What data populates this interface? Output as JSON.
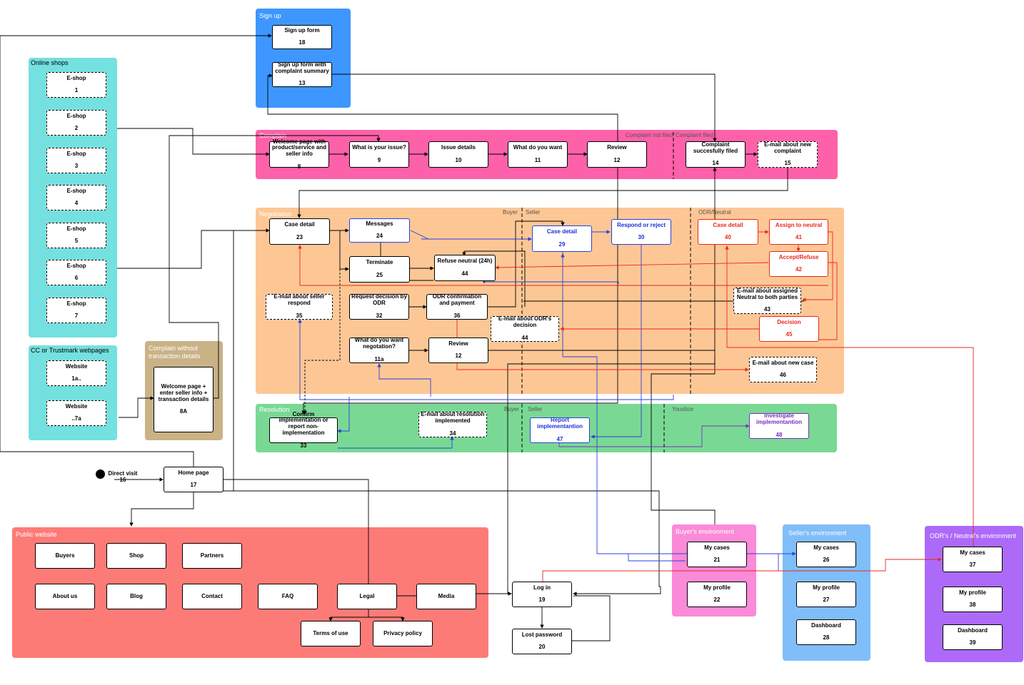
{
  "groups": {
    "sign_up": "Sign up",
    "online_shops": "Online shops",
    "cc_trustmark": "CC or Trustmark webpages",
    "complain_without": "Complain without transaction details",
    "complain": "Complain",
    "complaint_not_filed": "Complaint not filed",
    "complaint_filed": "Complaint filed",
    "negotiation": "Negotiation",
    "resolution": "Resolution",
    "public_website": "Public website",
    "buyers_env": "Buyer's environment",
    "sellers_env": "Seller's environment",
    "odr_env": "ODR's / Neutral's environment"
  },
  "lanes": {
    "buyer": "Buyer",
    "seller": "Seller",
    "odr_neutral": "ODR/Neutral",
    "youstice": "Youstice"
  },
  "nodes": {
    "n18": {
      "label": "Sign up form",
      "num": "18"
    },
    "n13": {
      "label": "Sign up form with complaint summary",
      "num": "13"
    },
    "e1": {
      "label": "E-shop",
      "num": "1"
    },
    "e2": {
      "label": "E-shop",
      "num": "2"
    },
    "e3": {
      "label": "E-shop",
      "num": "3"
    },
    "e4": {
      "label": "E-shop",
      "num": "4"
    },
    "e5": {
      "label": "E-shop",
      "num": "5"
    },
    "e6": {
      "label": "E-shop",
      "num": "6"
    },
    "e7": {
      "label": "E-shop",
      "num": "7"
    },
    "w1a": {
      "label": "Website",
      "num": "1a.."
    },
    "w7a": {
      "label": "Website",
      "num": "..7a"
    },
    "n8a": {
      "label": "Welcome page + enter seller info + transaction details",
      "num": "8A"
    },
    "n8": {
      "label": "Welcome page with product/service and seller info",
      "num": "8"
    },
    "n9": {
      "label": "What is your issue?",
      "num": "9"
    },
    "n10": {
      "label": "Issue details",
      "num": "10"
    },
    "n11": {
      "label": "What do you want",
      "num": "11"
    },
    "n12": {
      "label": "Review",
      "num": "12"
    },
    "n14": {
      "label": "Complaint succesfully filed",
      "num": "14"
    },
    "n15": {
      "label": "E-mail about new complaint",
      "num": "15"
    },
    "n23": {
      "label": "Case detail",
      "num": "23"
    },
    "n24": {
      "label": "Messages",
      "num": "24"
    },
    "n25": {
      "label": "Terminate",
      "num": "25"
    },
    "n44a": {
      "label": "Refuse neutral (24h)",
      "num": "44"
    },
    "n29": {
      "label": "Case detail",
      "num": "29"
    },
    "n30": {
      "label": "Respond or reject",
      "num": "30"
    },
    "n40": {
      "label": "Case detail",
      "num": "40"
    },
    "n41": {
      "label": "Assign to neutral",
      "num": "41"
    },
    "n42": {
      "label": "Accept/Refuse",
      "num": "42"
    },
    "n35": {
      "label": "E-mail about seller respond",
      "num": "35"
    },
    "n32": {
      "label": "Request decision by ODR",
      "num": "32"
    },
    "n36": {
      "label": "ODR confirmation and payment",
      "num": "36"
    },
    "n43": {
      "label": "E-mail about assigned Neutral to both parties",
      "num": "43"
    },
    "n44b": {
      "label": "E-mail about ODR's decision",
      "num": "44"
    },
    "n45": {
      "label": "Decision",
      "num": "45"
    },
    "n11a": {
      "label": "What do you want negotation?",
      "num": "11a"
    },
    "n12b": {
      "label": "Review",
      "num": "12"
    },
    "n46": {
      "label": "E-mail about new case",
      "num": "46"
    },
    "n33": {
      "label": "Confirm implementation or report non-implementation",
      "num": "33"
    },
    "n34": {
      "label": "E-mail about resolution implemented",
      "num": "34"
    },
    "n47": {
      "label": "Report implementantion",
      "num": "47"
    },
    "n48": {
      "label": "Investigate implementantion",
      "num": "48"
    },
    "n16": {
      "label": "Direct visit",
      "num": "16"
    },
    "n17": {
      "label": "Home page",
      "num": "17"
    },
    "buyers": {
      "label": "Buyers"
    },
    "shop": {
      "label": "Shop"
    },
    "partners": {
      "label": "Partners"
    },
    "about": {
      "label": "About us"
    },
    "blog": {
      "label": "Blog"
    },
    "contact": {
      "label": "Contact"
    },
    "faq": {
      "label": "FAQ"
    },
    "legal": {
      "label": "Legal"
    },
    "media": {
      "label": "Media"
    },
    "terms": {
      "label": "Terms of use"
    },
    "privacy": {
      "label": "Privacy policy"
    },
    "n19": {
      "label": "Log in",
      "num": "19"
    },
    "n20": {
      "label": "Lost password",
      "num": "20"
    },
    "n21": {
      "label": "My cases",
      "num": "21"
    },
    "n22": {
      "label": "My profile",
      "num": "22"
    },
    "n26": {
      "label": "My cases",
      "num": "26"
    },
    "n27": {
      "label": "My profile",
      "num": "27"
    },
    "n28": {
      "label": "Dashboard",
      "num": "28"
    },
    "n37": {
      "label": "My cases",
      "num": "37"
    },
    "n38": {
      "label": "My profile",
      "num": "38"
    },
    "n39": {
      "label": "Dashboard",
      "num": "39"
    }
  },
  "colors": {
    "signup": "#3d97ff",
    "online_shops": "#74e0df",
    "complain_without": "#c9b286",
    "complain": "#fd61a9",
    "negotiation": "#fdc795",
    "resolution": "#79d994",
    "public": "#fd7b77",
    "buyers_env": "#fb8ad8",
    "sellers_env": "#7fbef8",
    "odr_env": "#ad6af9",
    "blue_flow": "#2a3fe0",
    "red_flow": "#e8281c"
  }
}
